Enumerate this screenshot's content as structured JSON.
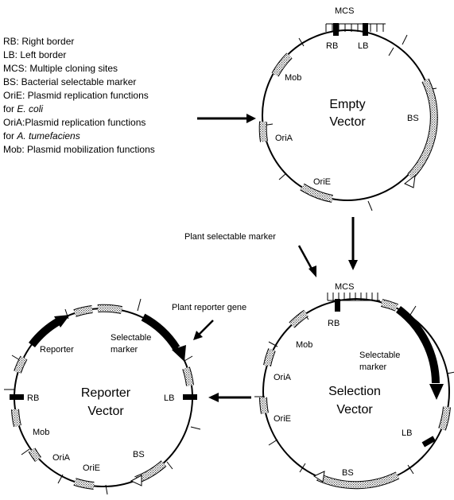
{
  "legend": [
    {
      "text": "RB: Right border"
    },
    {
      "text": "LB: Left border"
    },
    {
      "text": "MCS: Multiple cloning sites"
    },
    {
      "text": "BS: Bacterial selectable marker"
    },
    {
      "text": "OriE: Plasmid replication functions"
    },
    {
      "text": "for ",
      "italic": "E. coli"
    },
    {
      "text": "OriA:Plasmid replication functions"
    },
    {
      "text": "for ",
      "italic": "A. tumefaciens"
    },
    {
      "text": "Mob: Plasmid mobilization functions"
    }
  ],
  "empty_vector": {
    "title_line1": "Empty",
    "title_line2": "Vector",
    "mcs": "MCS",
    "rb": "RB",
    "lb": "LB",
    "mob": "Mob",
    "bs": "BS",
    "oria": "OriA",
    "orie": "OriE"
  },
  "selection_vector": {
    "title_line1": "Selection",
    "title_line2": "Vector",
    "mcs": "MCS",
    "rb": "RB",
    "lb": "LB",
    "mob": "Mob",
    "oria": "OriA",
    "orie": "OriE",
    "bs": "BS",
    "selectable_line1": "Selectable",
    "selectable_line2": "marker"
  },
  "reporter_vector": {
    "title_line1": "Reporter",
    "title_line2": "Vector",
    "reporter": "Reporter",
    "rb": "RB",
    "lb": "LB",
    "mob": "Mob",
    "oria": "OriA",
    "orie": "OriE",
    "bs": "BS",
    "selectable_line1": "Selectable",
    "selectable_line2": "marker"
  },
  "annotations": {
    "plant_selectable_marker": "Plant selectable marker",
    "plant_reporter_gene": "Plant reporter gene"
  }
}
